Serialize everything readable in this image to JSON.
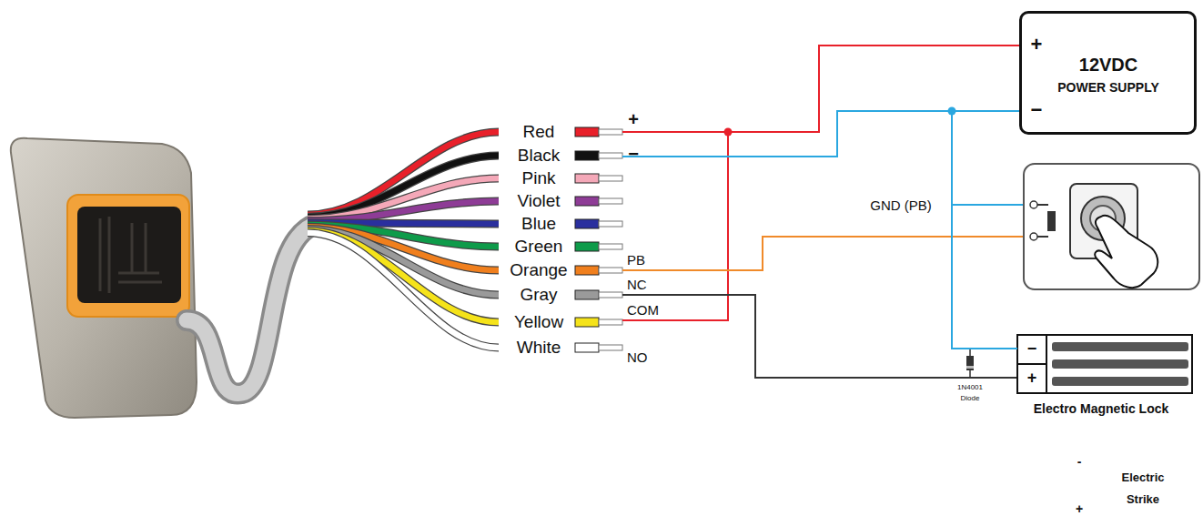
{
  "diagram": {
    "nodes": [
      {
        "text": [
          "+",
          "−",
          "12VDC",
          "POWER SUPPLY"
        ]
      },
      {
        "text": [
          "−",
          "+",
          "Electro Magnetic Lock"
        ]
      }
    ],
    "edges": [
      {
        "from": 0,
        "to": 1,
        "arrow": "none"
      }
    ],
    "labels": [
      "Red",
      "Black",
      "Pink",
      "Violet",
      "Blue",
      "Green",
      "Orange",
      "Gray",
      "Yellow",
      "White",
      "+",
      "−",
      "PB",
      "NC",
      "COM",
      "NO",
      "GND (PB)",
      "1N4001",
      "Diode",
      "-",
      "Electric",
      "Strike",
      "+"
    ]
  }
}
